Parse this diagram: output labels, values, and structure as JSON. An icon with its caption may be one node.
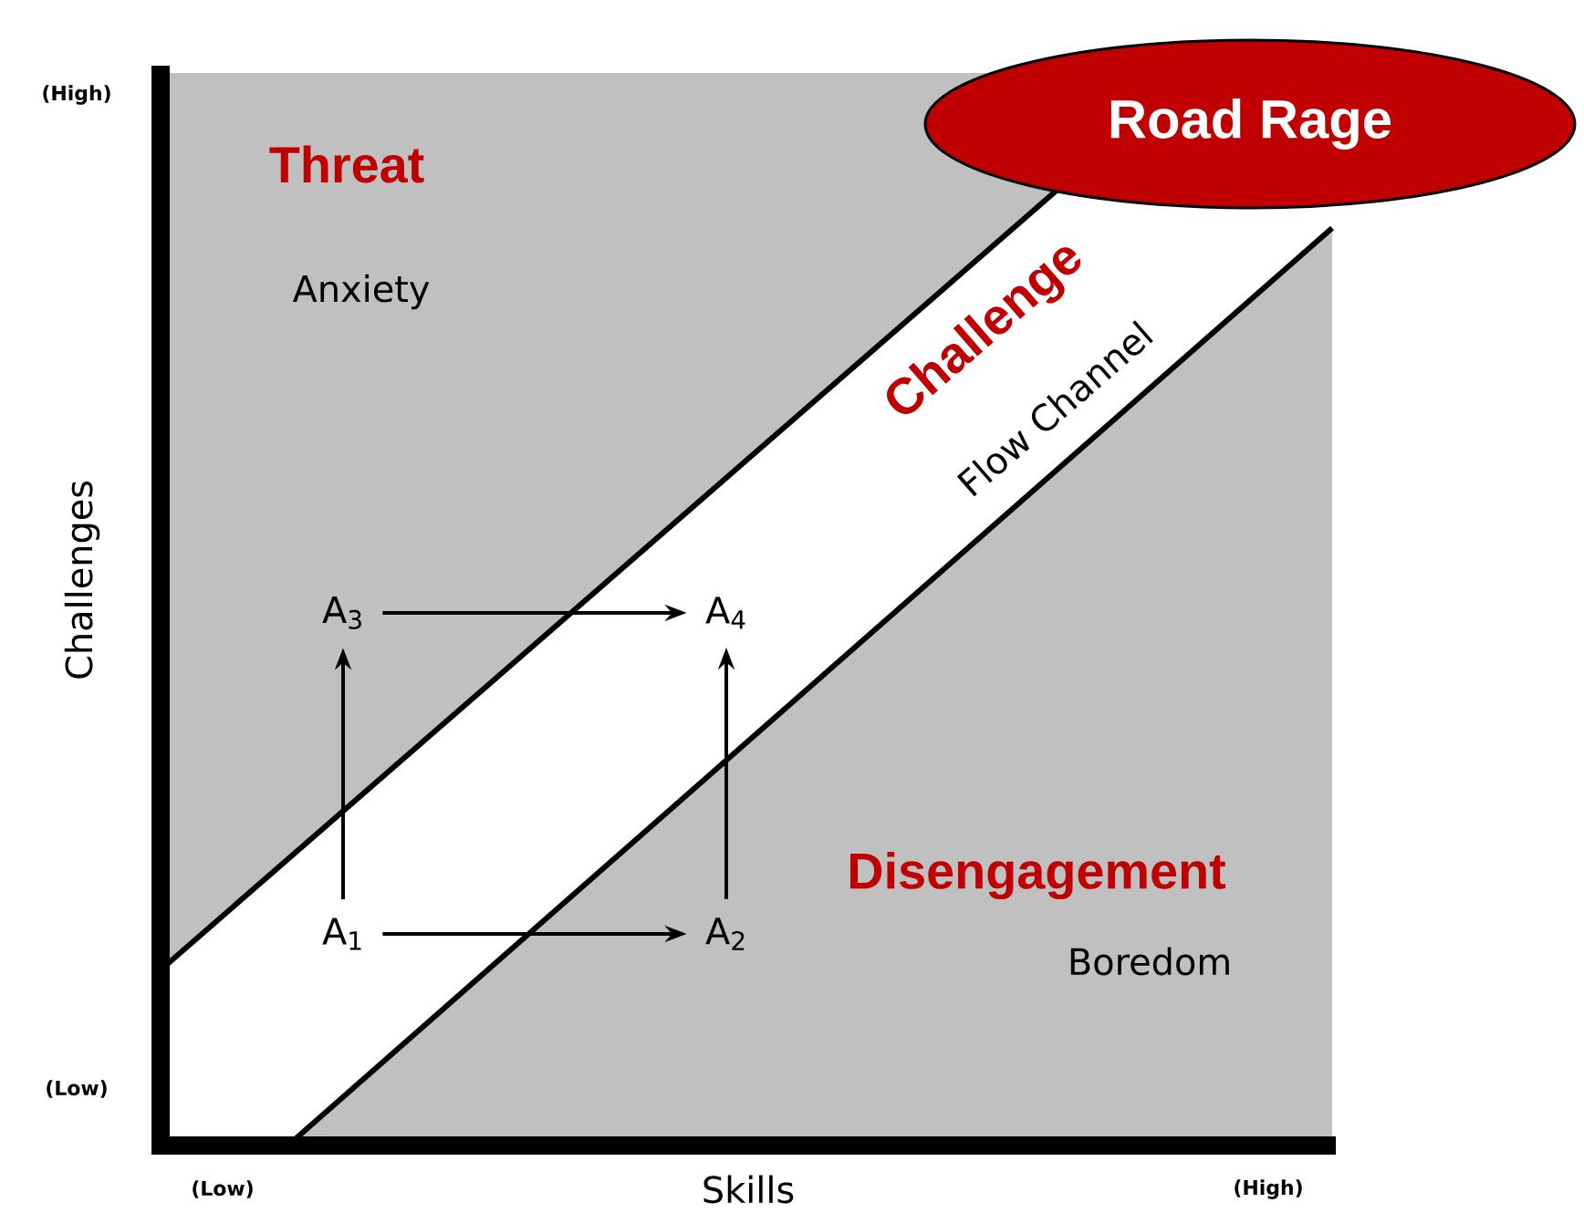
{
  "diagram": {
    "nodes": [
      {
        "text": [
          "Road Rage"
        ]
      },
      {
        "text": [
          "A$_{3}$"
        ]
      },
      {
        "text": [
          "A$_{4}$"
        ]
      },
      {
        "text": [
          "A$_{1}$"
        ]
      },
      {
        "text": [
          "A$_{2}$"
        ]
      }
    ],
    "edges": [
      {
        "from": 3,
        "to": 4,
        "arrow": "to"
      },
      {
        "from": 3,
        "to": 1,
        "arrow": "to"
      },
      {
        "from": 1,
        "to": 2,
        "arrow": "to"
      },
      {
        "from": 4,
        "to": 2,
        "arrow": "to"
      }
    ],
    "labels": [
      "(High)",
      "Threat",
      "Anxiety",
      "Flow Channel",
      "Challenge",
      "Challenges",
      "Disengagement",
      "Boredom",
      "(Low)",
      "(Low)",
      "Skills",
      "(High)"
    ]
  }
}
